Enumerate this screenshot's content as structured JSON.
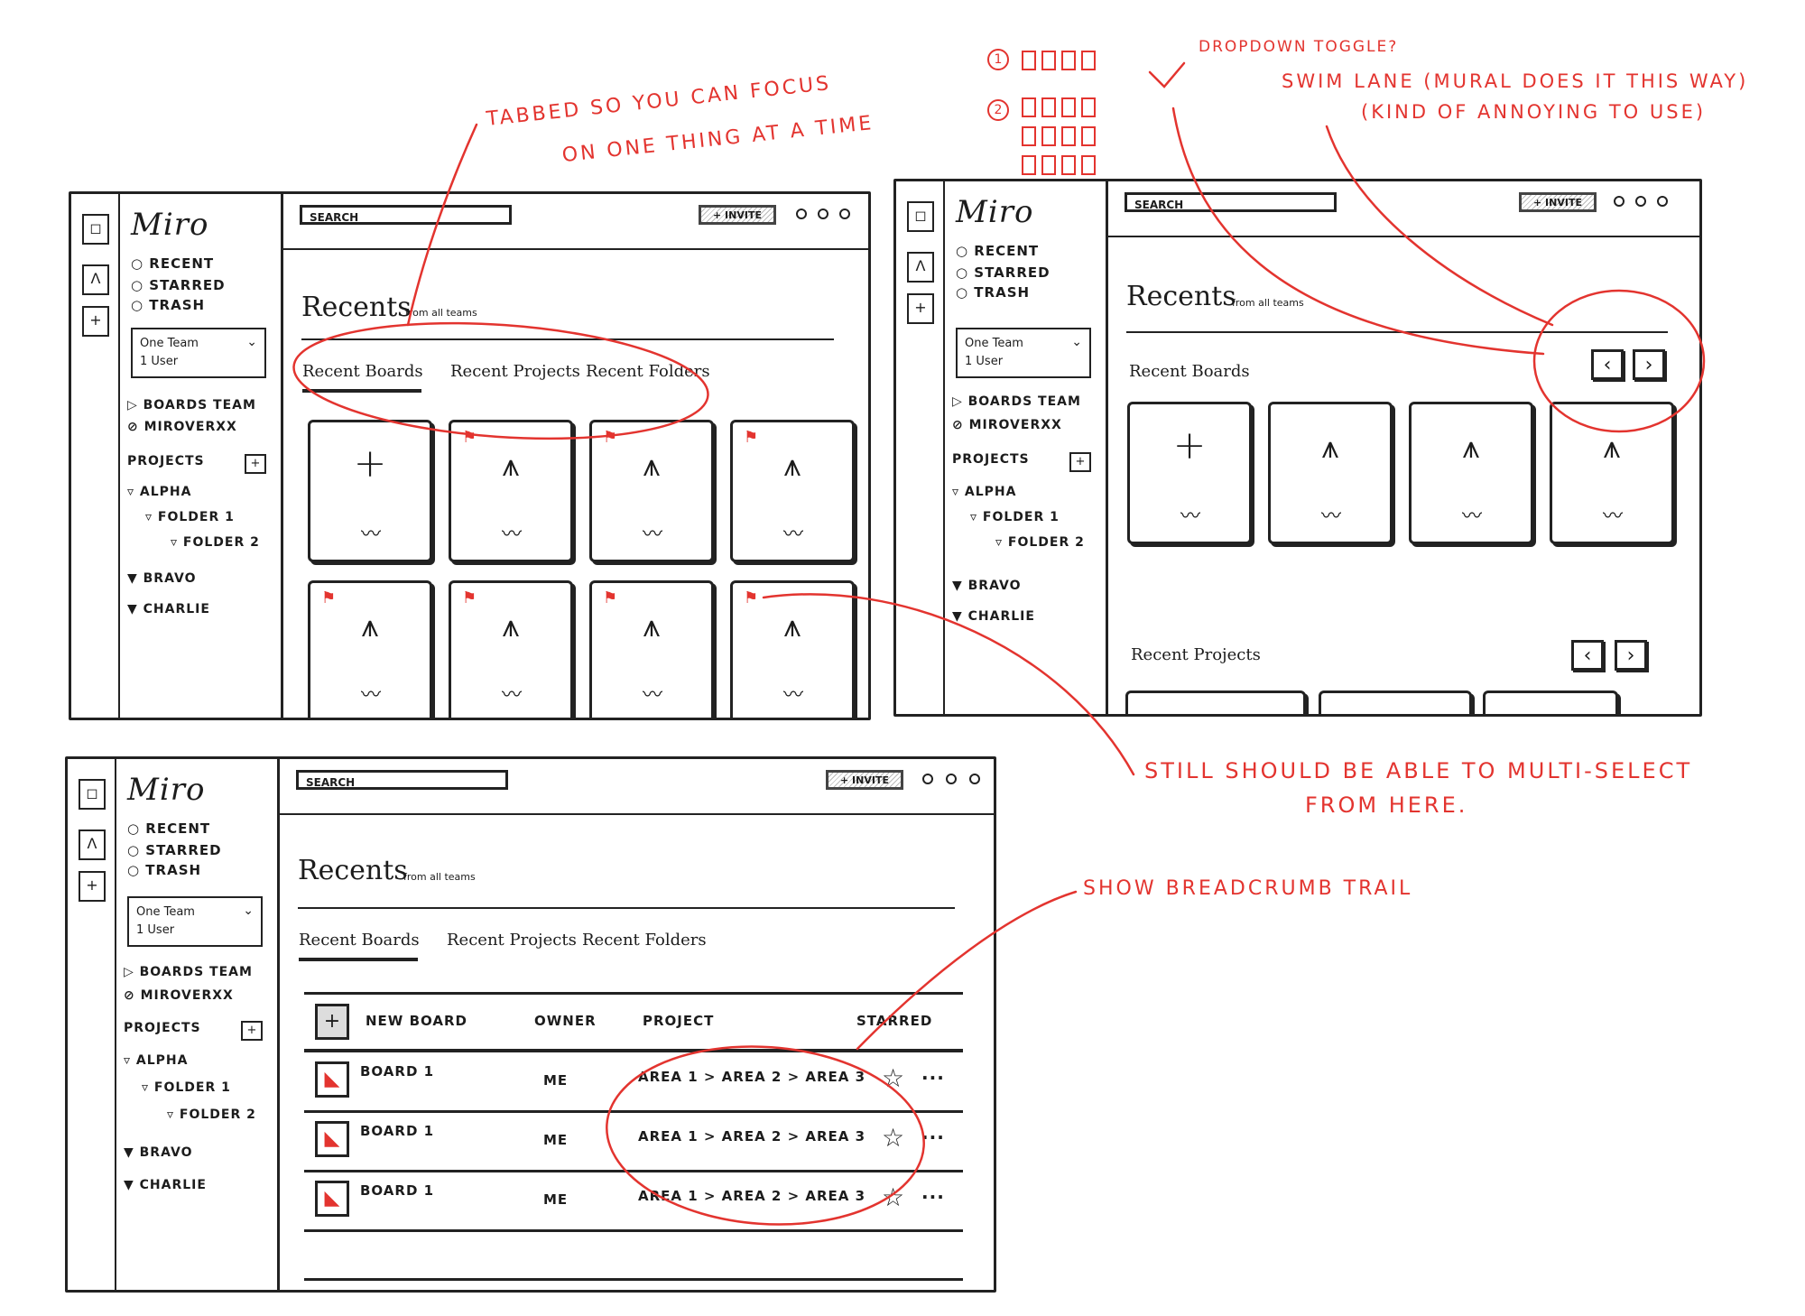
{
  "app": {
    "logo": "Miro",
    "nav": [
      "○ RECENT",
      "○ STARRED",
      "○ TRASH"
    ],
    "team_selector": {
      "line1": "One Team",
      "line2": "1 User"
    },
    "side_items": [
      "▷ BOARDS TEAM",
      "⊘ MIROVERXX"
    ],
    "projects_label": "PROJECTS",
    "tree": [
      "▿ ALPHA",
      "▿ FOLDER 1",
      "▿ FOLDER 2",
      "▼ BRAVO",
      "▼ CHARLIE"
    ],
    "search_placeholder": "SEARCH",
    "invite_label": "+ INVITE",
    "heading": "Recents",
    "heading_sub": "from all teams"
  },
  "tabs": [
    "Recent Boards",
    "Recent Projects",
    "Recent Folders"
  ],
  "swimlanes": {
    "boards": "Recent Boards",
    "projects": "Recent Projects"
  },
  "board_list": {
    "columns": {
      "new": "NEW BOARD",
      "owner": "OWNER",
      "project": "PROJECT",
      "starred": "STARRED"
    },
    "rows": [
      {
        "name": "BOARD 1",
        "owner": "ME",
        "project": "AREA 1 > AREA 2 > AREA 3"
      },
      {
        "name": "BOARD 1",
        "owner": "ME",
        "project": "AREA 1 > AREA 2 > AREA 3"
      },
      {
        "name": "BOARD 1",
        "owner": "ME",
        "project": "AREA 1 > AREA 2 > AREA 3"
      }
    ]
  },
  "annotations": {
    "tabbed_1": "TABBED SO YOU CAN FOCUS",
    "tabbed_2": "ON ONE THING AT A TIME",
    "dropdown": "DROPDOWN TOGGLE?",
    "swim_1": "SWIM LANE (MURAL DOES IT THIS WAY)",
    "swim_2": "(KIND OF ANNOYING TO USE)",
    "multi_1": "STILL SHOULD BE ABLE TO MULTI-SELECT",
    "multi_2": "FROM HERE.",
    "breadcrumb": "SHOW BREADCRUMB TRAIL",
    "option_1": "1",
    "option_2": "2"
  },
  "colors": {
    "ink": "#1c1c1c",
    "annotation": "#e3342f"
  }
}
